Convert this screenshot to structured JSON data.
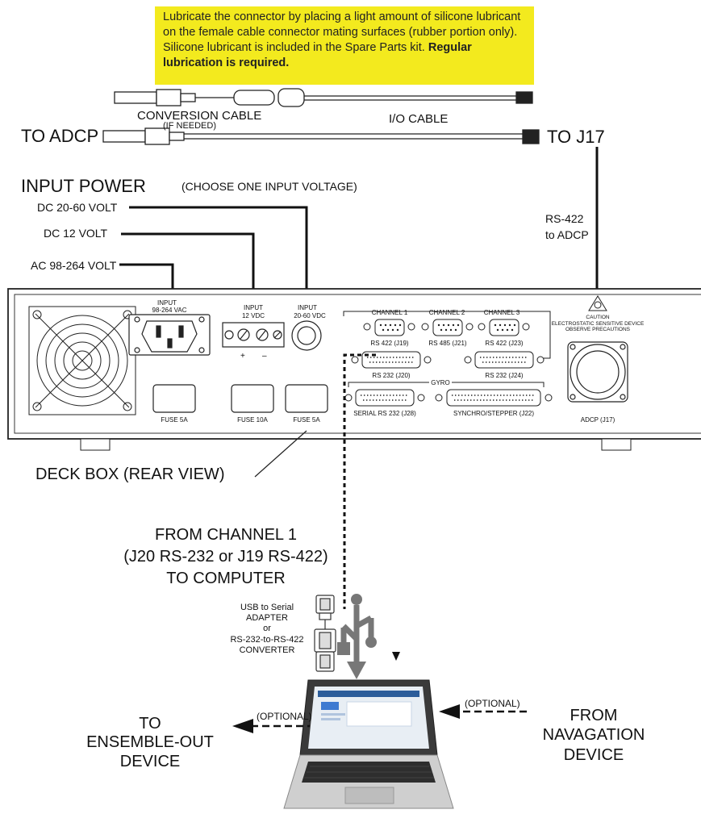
{
  "note": {
    "text": "Lubricate the connector by placing a light amount of silicone lubricant on the female cable connector mating surfaces (rubber portion only). Silicone lubricant is included in the Spare Parts kit.",
    "bold": "Regular lubrication is required."
  },
  "cables": {
    "conversion": "CONVERSION CABLE",
    "if_needed": "(IF NEEDED)",
    "io": "I/O CABLE",
    "to_adcp": "TO  ADCP",
    "to_j17": "TO J17"
  },
  "power": {
    "title": "INPUT POWER",
    "choose": "(CHOOSE ONE INPUT VOLTAGE)",
    "dc2060": "DC 20-60 VOLT",
    "dc12": "DC 12 VOLT",
    "ac": "AC 98-264 VOLT"
  },
  "rs422_adcp": [
    "RS-422",
    "to ADCP"
  ],
  "panel": {
    "input_ac": [
      "INPUT",
      "98-264 VAC"
    ],
    "input_12": [
      "INPUT",
      "12 VDC"
    ],
    "input_2060": [
      "INPUT",
      "20-60 VDC"
    ],
    "plus": "+",
    "minus": "–",
    "fuse1": "FUSE 5A",
    "fuse2": "FUSE 10A",
    "fuse3": "FUSE 5A",
    "ch1": "CHANNEL 1",
    "ch2": "CHANNEL 2",
    "ch3": "CHANNEL 3",
    "j19": "RS 422 (J19)",
    "j21": "RS 485 (J21)",
    "j23": "RS 422 (J23)",
    "j20": "RS 232 (J20)",
    "j24": "RS 232 (J24)",
    "gyro": "GYRO",
    "j28": "SERIAL RS 232 (J28)",
    "j22": "SYNCHRO/STEPPER (J22)",
    "caution": [
      "CAUTION",
      "ELECTROSTATIC SENSITIVE DEVICE",
      "OBSERVE PRECAUTIONS"
    ],
    "adcp_j17": "ADCP (J17)"
  },
  "deck_box": "DECK BOX (REAR VIEW)",
  "from_channel": [
    "FROM CHANNEL 1",
    "(J20 RS-232 or J19 RS-422)",
    "TO COMPUTER"
  ],
  "adapter": [
    "USB to Serial",
    "ADAPTER",
    "or",
    "RS-232-to-RS-422",
    "CONVERTER"
  ],
  "to_ensemble": [
    "TO",
    "ENSEMBLE-OUT",
    "DEVICE"
  ],
  "from_nav": [
    "FROM",
    "NAVAGATION",
    "DEVICE"
  ],
  "optional_left": "(OPTIONAL)",
  "optional_right": "(OPTIONAL)"
}
